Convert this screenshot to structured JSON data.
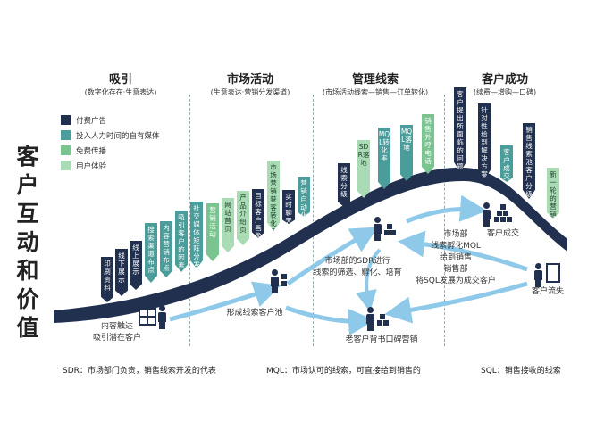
{
  "y_axis_label": "客户互动和价值",
  "sections": [
    {
      "title": "吸引",
      "subtitle": "(数字化存在·生意表达)"
    },
    {
      "title": "市场活动",
      "subtitle": "(生意表达·营销分发渠道)"
    },
    {
      "title": "管理线索",
      "subtitle": "(市场活动线索—销售—订单转化)"
    },
    {
      "title": "客户成功",
      "subtitle": "(续费—增购—口碑)"
    }
  ],
  "legend": [
    {
      "label": "付费广告",
      "color": "#22304f"
    },
    {
      "label": "投入人力时间的自有媒体",
      "color": "#4a9d9a"
    },
    {
      "label": "免费传播",
      "color": "#79c48f"
    },
    {
      "label": "用户体验",
      "color": "#a9dcb4"
    }
  ],
  "tags": [
    "印刷资料",
    "线下展示",
    "线上展示",
    "搜索渠道布点",
    "内容营销布点",
    "吸引客户的因素",
    "社交媒体矩阵分发",
    "营销活动",
    "网站首页",
    "产品介绍页",
    "目标客户画像",
    "市场营销获客转化率",
    "实时聊天",
    "营销自动化",
    "线索分级",
    "SDR落地",
    "MQL转化率",
    "MQL落地",
    "销售外呼电话",
    "客户提出所面临的问题",
    "针对性给到解决方案",
    "客户成交",
    "销售线索池客户分级",
    "新一轮的营销"
  ],
  "labels": {
    "content_reach": "内容触达\n吸引潜在客户",
    "lead_pool": "形成线索客户池",
    "sdr": "市场部的SDR进行\n线索的筛选、孵化、培育",
    "mql": "市场部\n线索孵化MQL\n给到销售\n销售部\n将SQL发展为成交客户",
    "deal": "客户成交",
    "churn": "客户流失",
    "word_of_mouth": "老客户背书口碑营销"
  },
  "footer": {
    "sdr": "SDR：市场部门负责，销售线索开发的代表",
    "mql": "MQL：市场认可的线索，可直接给到销售的",
    "sql": "SQL：销售接收的线索"
  }
}
